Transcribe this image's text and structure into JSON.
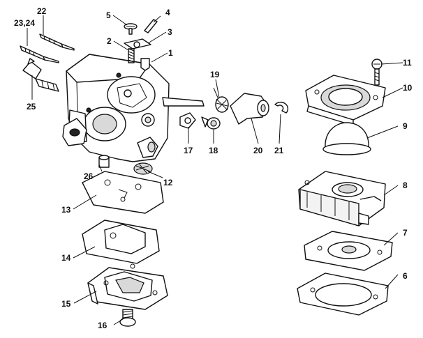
{
  "callouts": {
    "p1": "1",
    "p2": "2",
    "p3": "3",
    "p4": "4",
    "p5": "5",
    "p6": "6",
    "p7": "7",
    "p8": "8",
    "p9": "9",
    "p10": "10",
    "p11": "11",
    "p12": "12",
    "p13": "13",
    "p14": "14",
    "p15": "15",
    "p16": "16",
    "p17": "17",
    "p18": "18",
    "p19": "19",
    "p20": "20",
    "p21": "21",
    "p22": "22",
    "p2324": "23,24",
    "p25": "25",
    "p26": "26"
  }
}
